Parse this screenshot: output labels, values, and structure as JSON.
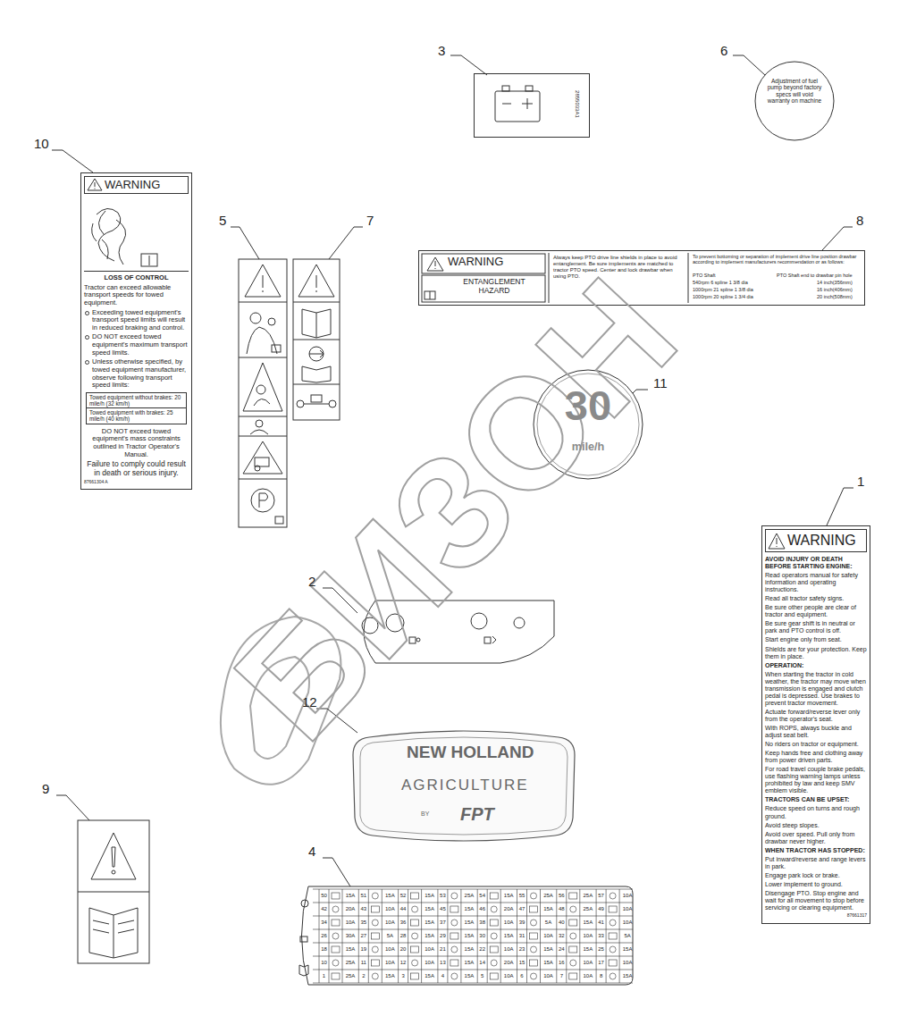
{
  "diagram": {
    "nodes": [
      {
        "text": [
          "2855033A1"
        ]
      },
      {
        "text": [
          "Adjustment of fuel pump beyond factory specs will void warranty on machine"
        ]
      },
      {
        "text": [
          "WARNING",
          "LOSS OF CONTROL",
          "Tractor can exceed allowable transport speeds for towed equipment.",
          "Exceeding towed equipment's transport speed limits will result in reduced braking and control.",
          "DO NOT exceed towed equipment's maximum transport speed limits.",
          "Unless otherwise specified, by towed equipment manufacturer, observe following transport speed limits:",
          "DO NOT exceed towed equipment's mass constraints outlined in Tractor Operator's Manual.",
          "Failure to comply could result in death or serious injury.",
          "87661304 A"
        ]
      },
      {
        "text": [
          "Towed equipment without brakes: 20 mile/h (32 km/h)",
          "Towed equipment with brakes: 25 mile/h (40 km/h)"
        ],
        "in": 2
      },
      {
        "text": [
          "WARNING",
          "ENTANGLEMENT HAZARD",
          "Always keep PTO drive line shields in place to avoid entanglement. Be sure implements are matched to tractor PTO speed. Center and lock drawbar when using PTO.",
          "To prevent bottoming or separation of implement drive line position drawbar according to implement manufacturers recommendation or as follows:",
          "PTO Shaft",
          "PTO Shaft end to drawbar pin hole",
          "540rpm 6 spline 1 3/8 dia",
          "14 inch(356mm)",
          "1000rpm 21 spline 1 3/8 dia",
          "16 inch(406mm)",
          "1000rpm 20 spline 1 3/4 dia",
          "20 inch(508mm)"
        ]
      },
      {
        "text": [
          "30",
          "mile/h"
        ]
      },
      {
        "text": [
          "NEW HOLLAND",
          "AGRICULTURE",
          "BY",
          "FPT"
        ]
      },
      {
        "text": [
          "WARNING",
          "AVOID INJURY OR DEATH BEFORE STARTING ENGINE:",
          "Read operators manual for safety information and operating instructions.",
          "Read all tractor safety signs.",
          "Be sure other people are clear of tractor and equipment.",
          "Be sure gear shift is in neutral or park and PTO control is off.",
          "Start engine only from seat.",
          "Shields are for your protection. Keep them in place.",
          "OPERATION:",
          "When starting the tractor in cold weather, the tractor may move when transmission is engaged and clutch pedal is depressed. Use brakes to prevent tractor movement.",
          "Actuate forward/reverse lever only from the operator's seat.",
          "With ROPS, always buckle and adjust seat belt.",
          "No riders on tractor or equipment.",
          "Keep hands free and clothing away from power driven parts.",
          "For road travel couple brake pedals, use flashing warning lamps unless prohibited by law and keep SMV emblem visible.",
          "TRACTORS CAN BE UPSET:",
          "Reduce speed on turns and rough ground.",
          "Avoid steep slopes.",
          "Avoid over speed. Pull only from drawbar never higher.",
          "WHEN TRACTOR HAS STOPPED:",
          "Put inward/reverse and range levers in park.",
          "Engage park lock or brake.",
          "Lower implement to ground.",
          "Disengage PTO. Stop engine and wait for all movement to stop before servicing or clearing equipment.",
          "87661317"
        ]
      }
    ],
    "labels": [
      "3",
      "6",
      "10",
      "5",
      "7",
      "8",
      "11",
      "1",
      "2",
      "12",
      "9",
      "4",
      "БИЗОН",
      "50",
      "15A",
      "51",
      "15A",
      "52",
      "15A",
      "53",
      "25A",
      "54",
      "15A",
      "55",
      "25A",
      "56",
      "25A",
      "57",
      "10A",
      "42",
      "20A",
      "43",
      "10A",
      "44",
      "15A",
      "45",
      "15A",
      "46",
      "20A",
      "47",
      "15A",
      "48",
      "25A",
      "49",
      "10A",
      "34",
      "10A",
      "35",
      "10A",
      "36",
      "15A",
      "37",
      "15A",
      "38",
      "10A",
      "39",
      "5A",
      "40",
      "15A",
      "41",
      "10A",
      "26",
      "30A",
      "27",
      "5A",
      "28",
      "15A",
      "29",
      "15A",
      "30",
      "15A",
      "31",
      "10A",
      "32",
      "10A",
      "33",
      "5A",
      "18",
      "15A",
      "19",
      "10A",
      "20",
      "10A",
      "21",
      "15A",
      "22",
      "10A",
      "23",
      "15A",
      "24",
      "15A",
      "25",
      "15A",
      "10",
      "25A",
      "11",
      "10A",
      "12",
      "10A",
      "13",
      "15A",
      "14",
      "20A",
      "15",
      "15A",
      "16",
      "10A",
      "17",
      "10A",
      "1",
      "25A",
      "2",
      "15A",
      "3",
      "15A",
      "4",
      "15A",
      "5",
      "10A",
      "6",
      "10A",
      "7",
      "10A",
      "8",
      "15A"
    ]
  }
}
